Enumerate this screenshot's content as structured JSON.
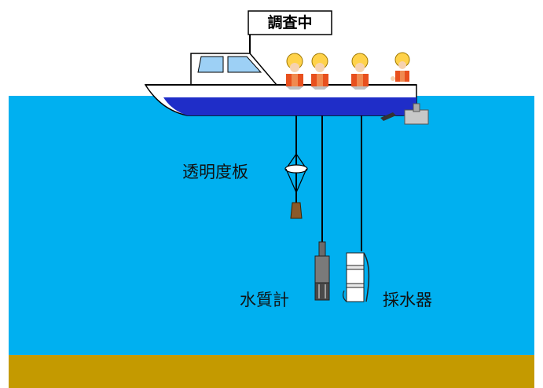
{
  "flag": {
    "text": "調査中"
  },
  "labels": {
    "secchi_disk": "透明度板",
    "water_quality_meter": "水質計",
    "water_sampler": "採水器"
  },
  "colors": {
    "water": "#00b0f0",
    "seabed": "#c49a00",
    "hull_stripe": "#1f2dc8",
    "boat": "#ffffff",
    "life_vest": "#e8501e",
    "helmet": "#ffd24a"
  }
}
